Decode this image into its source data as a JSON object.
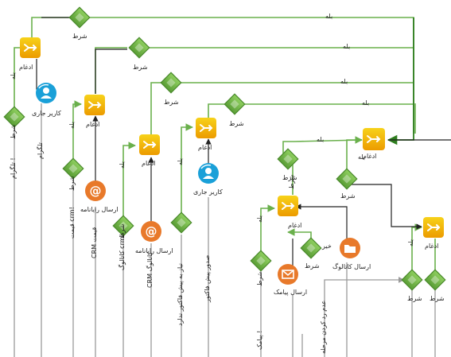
{
  "colors": {
    "green": "#6ab04c",
    "green_dark": "#4a8a2c",
    "merge_yellow": "#f4c400",
    "merge_orange": "#f0a000",
    "email_orange": "#e8792a",
    "teal": "#1aa0d8",
    "line_black": "#222222",
    "line_gray": "#9a9a9a",
    "arrow_dark_green": "#2e7d1e"
  },
  "labels": {
    "yes": "بله",
    "condition": "شرط",
    "merge": "ادغام",
    "carrier": "کاریر جاری",
    "telegram": "تلگرام",
    "telegram_excl": "تلگرام !",
    "send_newsletter": "ارسال رایانامه",
    "price_crm": "CRM قیمت",
    "price_crm_excl": "قیمت crm!",
    "catalog_crm": "CRM کاتالوگ",
    "catalog_crm_excl": "کاتالوگ crm!",
    "issue_invoice": "صدور پیش فاکتور",
    "no_invoice_needed": "نیاز به پیش فاکتور ندارد",
    "send_sms": "ارسال پیامک",
    "sms_excl": "پیامک !",
    "send_catalog": "ارسال کاتالوگ",
    "no": "خیر",
    "stage_not_rejected": "عدم رد کردن مرحله"
  },
  "icons": {
    "merge": "merge-arrows-icon",
    "carrier": "user-cycle-icon",
    "email": "at-sign-icon",
    "folder": "folder-icon",
    "envelope": "envelope-icon",
    "condition": "diamond-icon"
  }
}
